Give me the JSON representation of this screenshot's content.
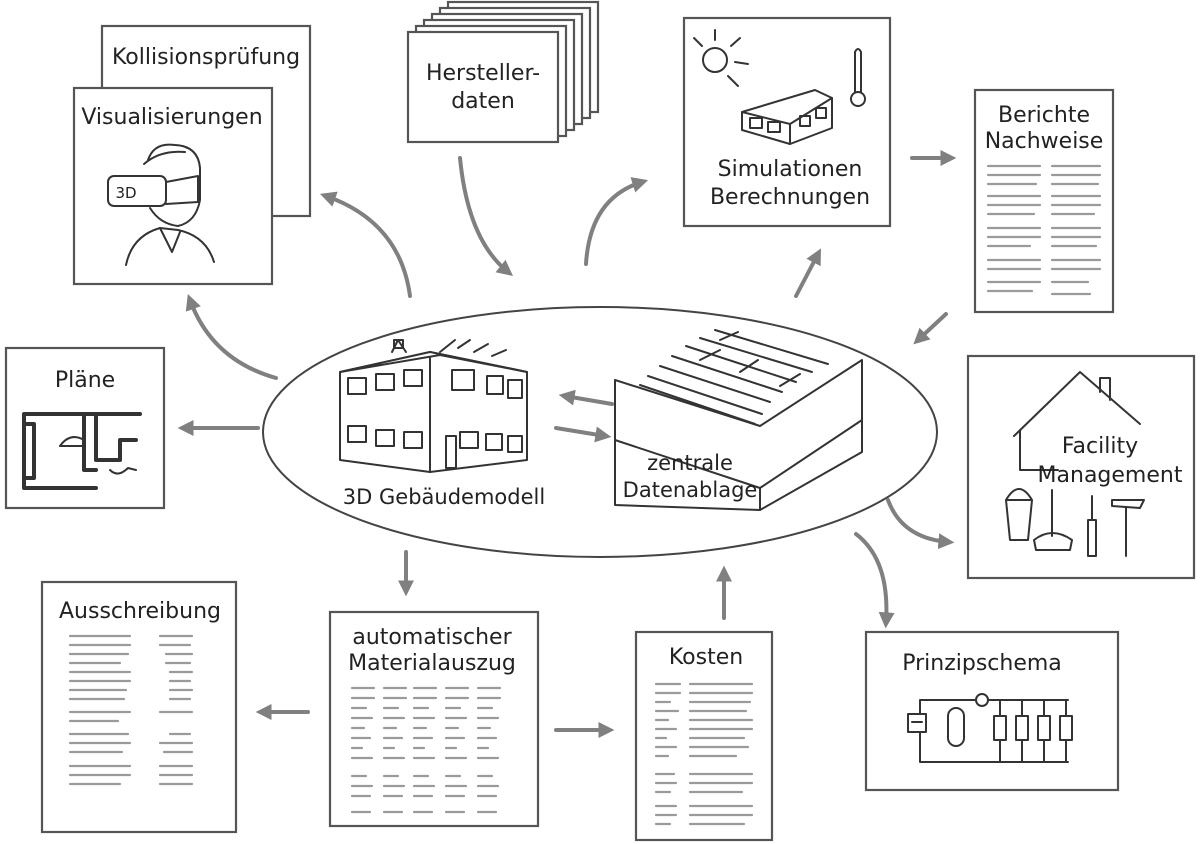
{
  "center": {
    "building_label": "3D Gebäudemodell",
    "storage_label_1": "zentrale",
    "storage_label_2": "Datenablage"
  },
  "nodes": {
    "kollisionspruefung": "Kollisionsprüfung",
    "visualisierungen": "Visualisierungen",
    "vr_badge": "3D",
    "herstellerdaten_1": "Hersteller-",
    "herstellerdaten_2": "daten",
    "simulationen_1": "Simulationen",
    "simulationen_2": "Berechnungen",
    "berichte_1": "Berichte",
    "berichte_2": "Nachweise",
    "plaene": "Pläne",
    "facility_1": "Facility",
    "facility_2": "Management",
    "ausschreibung": "Ausschreibung",
    "materialauszug_1": "automatischer",
    "materialauszug_2": "Materialauszug",
    "kosten": "Kosten",
    "prinzipschema": "Prinzipschema"
  },
  "colors": {
    "arrow": "#808080",
    "box_stroke": "#555555",
    "sketch_stroke": "#333333",
    "text": "#222222"
  }
}
